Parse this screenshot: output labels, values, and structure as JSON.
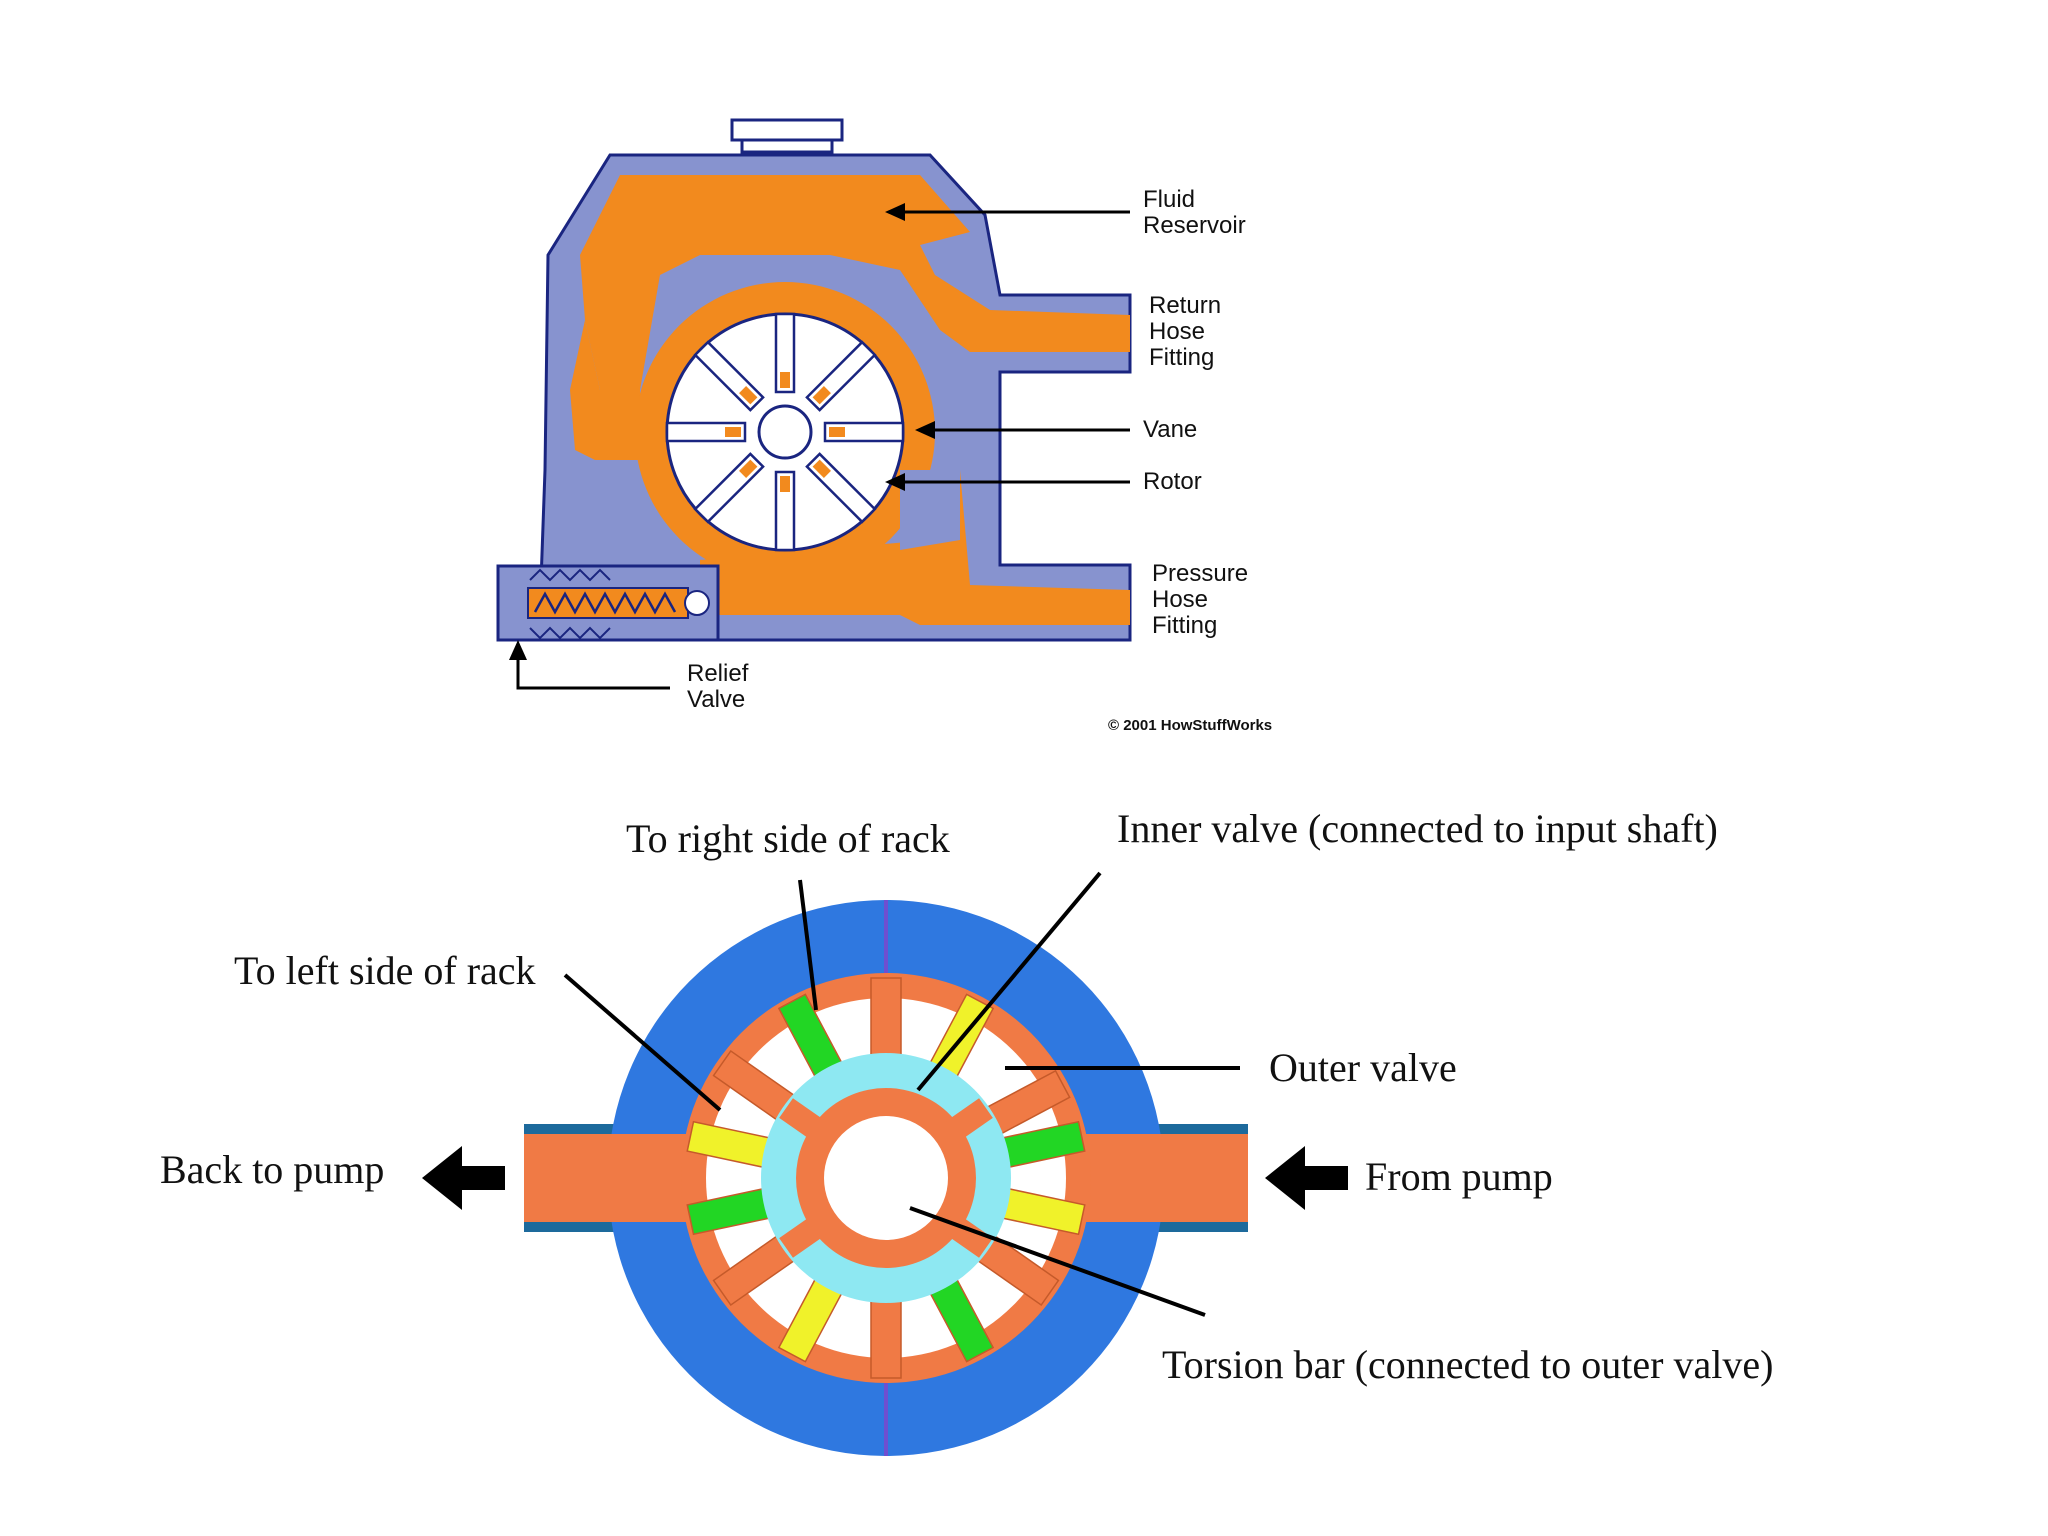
{
  "pump_diagram": {
    "labels": {
      "fluid_reservoir": [
        "Fluid",
        "Reservoir"
      ],
      "return_hose": [
        "Return",
        "Hose",
        "Fitting"
      ],
      "vane": "Vane",
      "rotor": "Rotor",
      "pressure_hose": [
        "Pressure",
        "Hose",
        "Fitting"
      ],
      "relief_valve": [
        "Relief",
        "Valve"
      ],
      "copyright": "© 2001 HowStuffWorks"
    },
    "colors": {
      "housing": "#8793cf",
      "fluid": "#f28a1e",
      "rotor": "#ffffff",
      "outline": "#1a2580"
    }
  },
  "valve_diagram": {
    "labels": {
      "to_right_side": "To right side of rack",
      "inner_valve": "Inner valve (connected to input shaft)",
      "to_left_side": "To left side of rack",
      "outer_valve": "Outer valve",
      "back_to_pump": "Back to pump",
      "from_pump": "From pump",
      "torsion_bar": "Torsion bar (connected to outer valve)"
    },
    "colors": {
      "outer_ring": "#2f78e0",
      "fluid": "#f07a45",
      "inner_valve": "#8ee8f2",
      "green_port": "#22d624",
      "yellow_port": "#f0f22a",
      "pipe_edge": "#1d6a9c"
    }
  }
}
